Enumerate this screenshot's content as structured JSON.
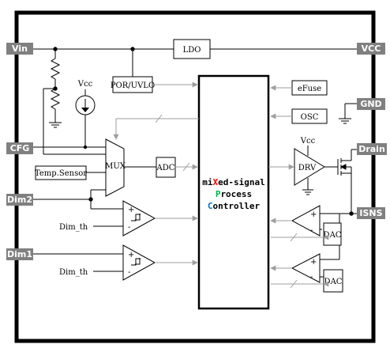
{
  "pins": {
    "vin": "Vin",
    "cfg": "CFG",
    "dim2": "Dim2",
    "dim1": "Dim1",
    "vcc": "VCC",
    "gnd": "GND",
    "drain": "Drain",
    "isns": "ISNS"
  },
  "blocks": {
    "ldo": "LDO",
    "por_uvlo": "POR/UVLO",
    "efuse": "eFuse",
    "osc": "OSC",
    "mux": "MUX",
    "adc": "ADC",
    "temp_sensor": "Temp.Sensor",
    "drv": "DRV",
    "dac1": "DAC",
    "dac2": "DAC"
  },
  "labels": {
    "vcc_source": "Vcc",
    "vcc_drv": "Vcc",
    "dim_th_1": "Dim_th",
    "dim_th_2": "Dim_th",
    "plus": "+",
    "minus": "-"
  },
  "controller": {
    "line1_a": "mi",
    "line1_b": "X",
    "line1_c": "ed-signal",
    "line2_a": "P",
    "line2_b": "rocess",
    "line3_a": "C",
    "line3_b": "ontroller"
  },
  "colors": {
    "pin_fill": "#808080",
    "frame": "#000000",
    "signal_arrow": "#9e9e9e",
    "accent_x": "#ff0000",
    "accent_p": "#00b050",
    "accent_c": "#0070c0"
  }
}
